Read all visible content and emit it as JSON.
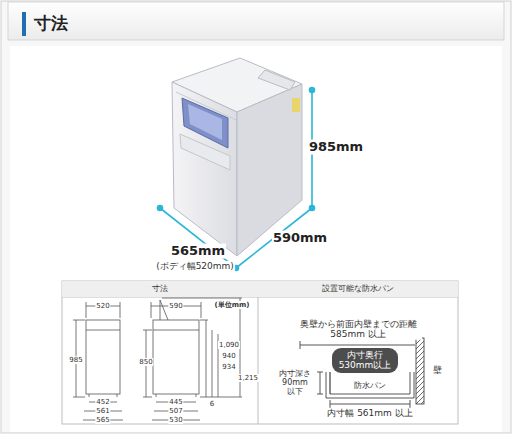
{
  "diagram": {
    "title": "寸法",
    "nodes": [
      {
        "text": [
          "寸法"
        ]
      },
      {
        "text": [
          "設置可能な防水パン"
        ]
      },
      {
        "text": [
          "内寸奥行 530mm以上"
        ]
      }
    ],
    "labels": [
      "985mm",
      "590mm",
      "565mm",
      "(ボディ幅520mm)",
      "520",
      "590",
      "(単位mm)",
      "1,090",
      "985",
      "850",
      "940",
      "934",
      "1,215",
      "452",
      "561",
      "565",
      "445",
      "507",
      "530",
      "6",
      "奥壁から前面内壁までの距離 585mm 以上",
      "内寸深さ 90mm 以下",
      "防水パン",
      "壁",
      "内寸幅 561mm 以上"
    ]
  }
}
